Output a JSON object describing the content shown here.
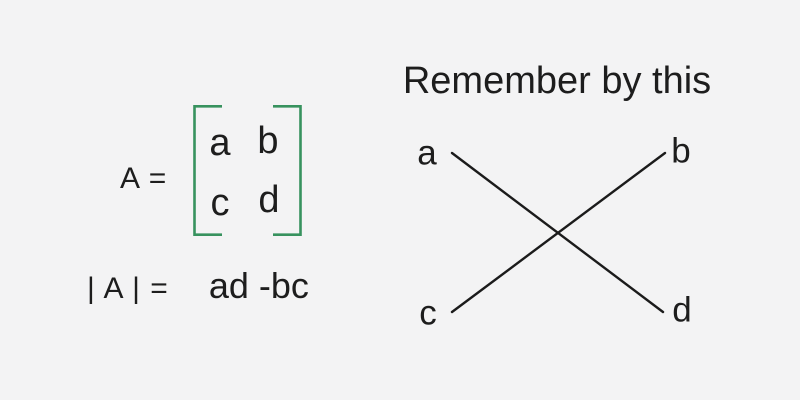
{
  "colors": {
    "background": "#f3f3f4",
    "text": "#1d1d1d",
    "bracket_green": "#37925e",
    "line_black": "#1b1b1b"
  },
  "matrix_section": {
    "label": "A =",
    "rows": [
      [
        "a",
        "b"
      ],
      [
        "c",
        "d"
      ]
    ],
    "determinant_label": "| A | =",
    "determinant_value": "ad -bc"
  },
  "mnemonic_section": {
    "title": "Remember by this",
    "corners": {
      "top_left": "a",
      "top_right": "b",
      "bottom_left": "c",
      "bottom_right": "d"
    }
  }
}
